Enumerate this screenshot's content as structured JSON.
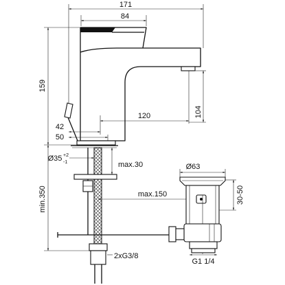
{
  "drawing": {
    "labels": {
      "width_total": "171",
      "handle_length": "84",
      "height_total": "159",
      "rod_offset": "42",
      "base_offset": "50",
      "spout_reach": "120",
      "spout_height": "104",
      "hole_diameter": "Ø35",
      "hole_tol_plus": "+2",
      "hole_tol_minus": "-1",
      "deck_thickness": "max.30",
      "waste_diameter": "Ø63",
      "waste_offset": "max.150",
      "waste_range": "30-50",
      "hose_length": "min.350",
      "hose_thread": "2xG3/8",
      "waste_thread": "G1 1/4"
    }
  }
}
